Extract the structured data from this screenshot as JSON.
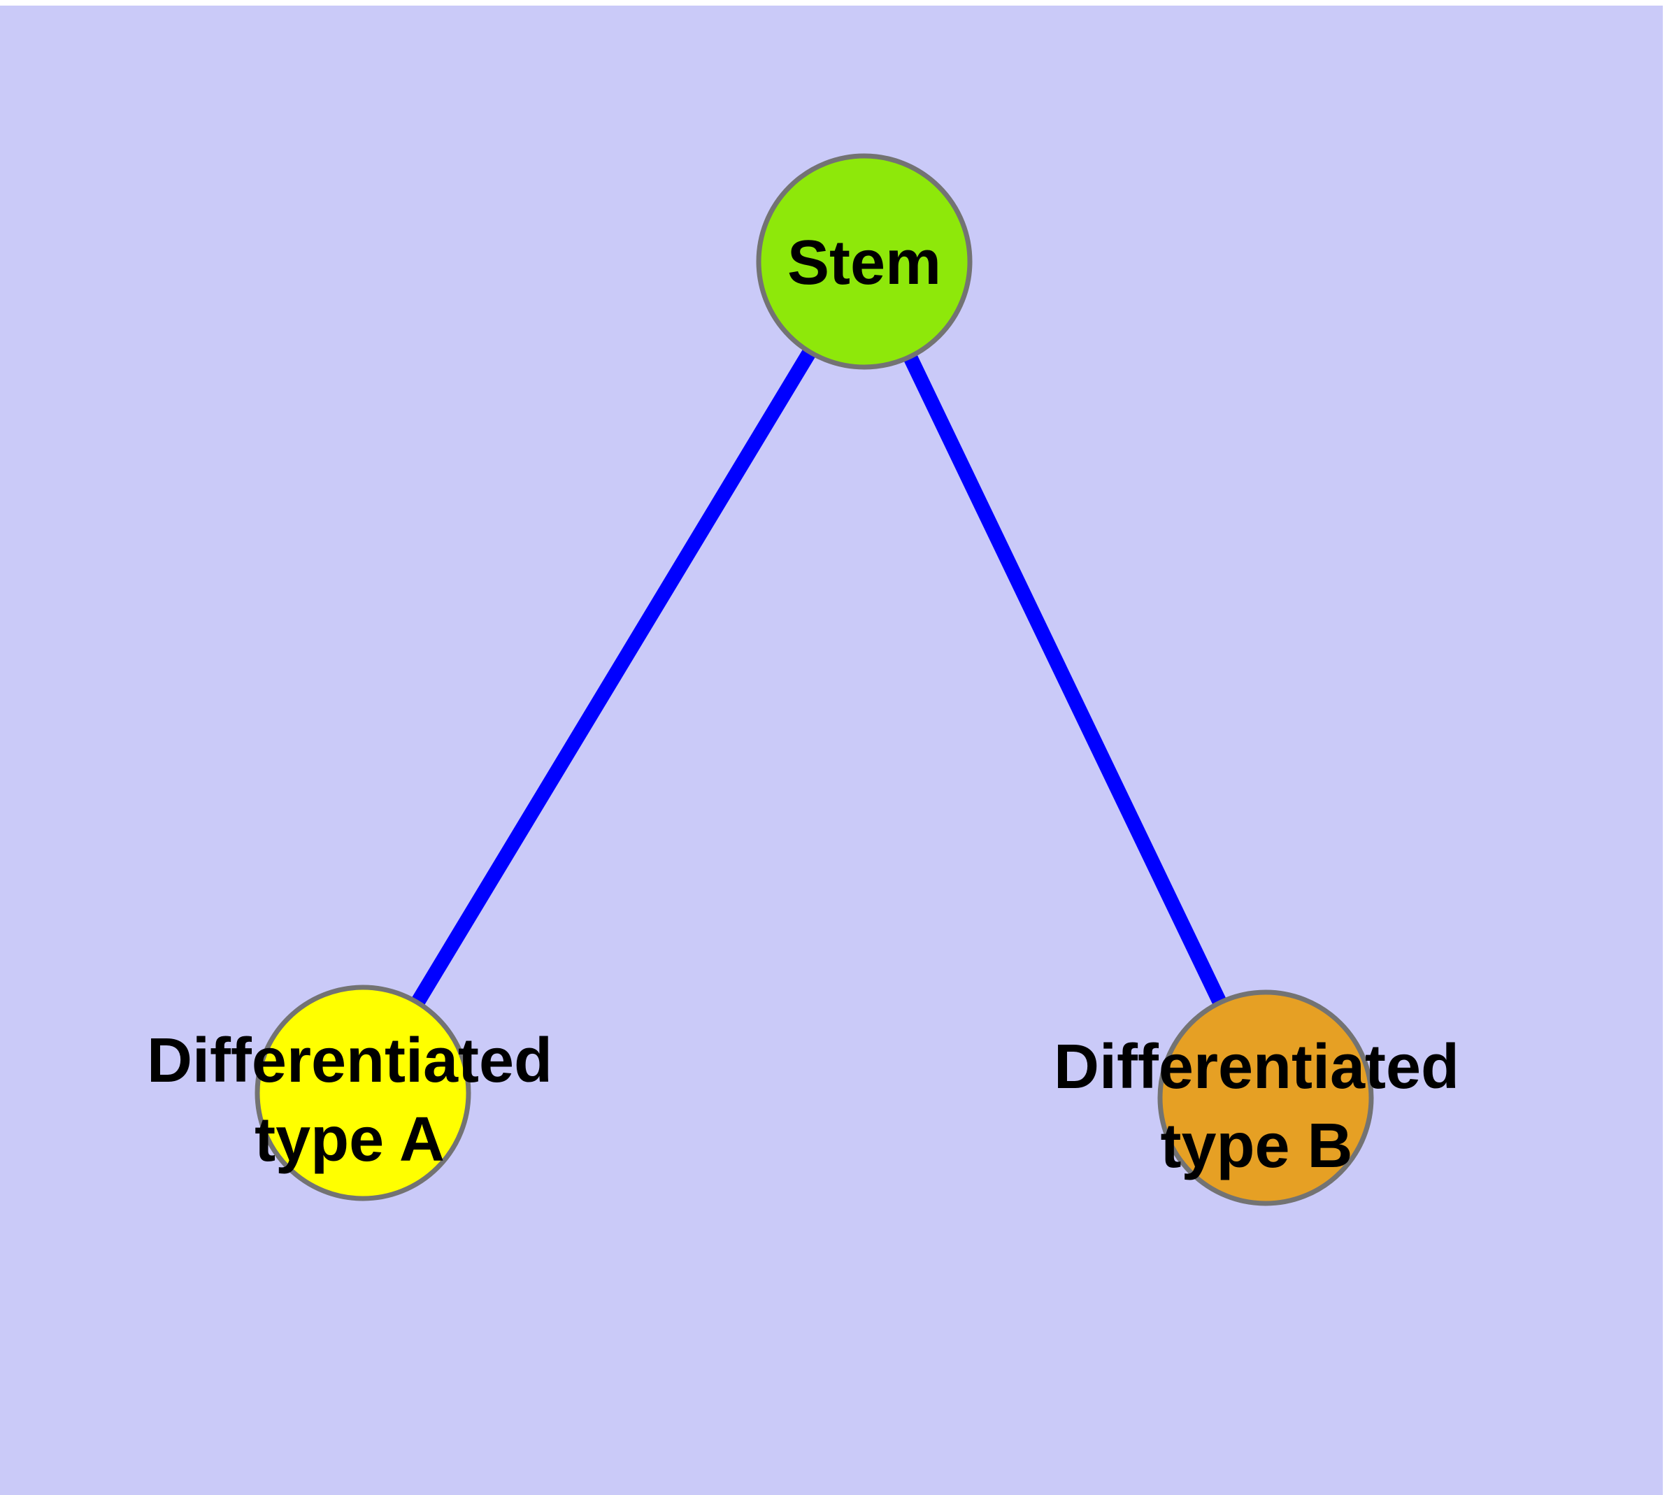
{
  "canvas": {
    "page_background": "#ffffff",
    "plot_background": "#cacaf8"
  },
  "diagram": {
    "type": "node-link-graph",
    "description": "Stem cell differentiation hierarchy: one stem node connected to two differentiated cell type nodes",
    "style": {
      "node_border_color": "#737373",
      "edge_color": "#0000ff",
      "label_color": "#000000"
    },
    "nodes": [
      {
        "id": "stem",
        "label": "Stem",
        "label_line1": "Stem",
        "label_line2": "",
        "fill": "#8ee80a"
      },
      {
        "id": "diff-a",
        "label": "Differentiated type A",
        "label_line1": "Differentiated",
        "label_line2": "type A",
        "fill": "#ffff00"
      },
      {
        "id": "diff-b",
        "label": "Differentiated type B",
        "label_line1": "Differentiated",
        "label_line2": "type B",
        "fill": "#e6a024"
      }
    ],
    "edges": [
      {
        "from": "stem",
        "to": "diff-a"
      },
      {
        "from": "stem",
        "to": "diff-b"
      }
    ]
  }
}
